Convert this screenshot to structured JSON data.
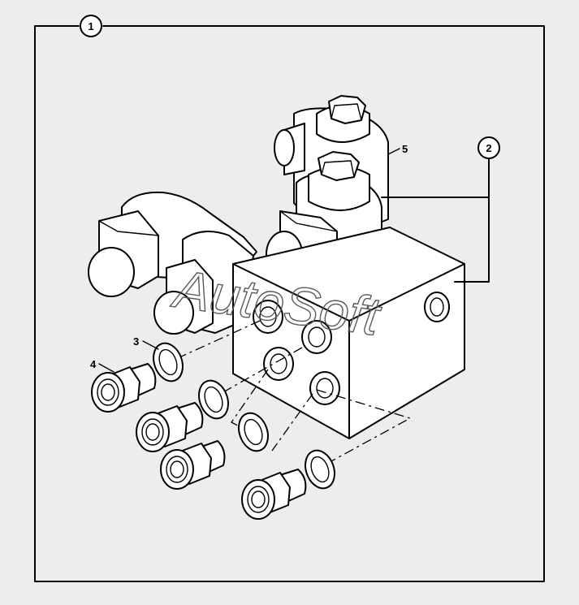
{
  "callouts": {
    "c1": "1",
    "c2": "2",
    "c3": "3",
    "c4": "4",
    "c5": "5"
  },
  "watermark": "AutoSoft",
  "colors": {
    "background": "#ededed",
    "line": "#000000",
    "fill": "#ffffff",
    "watermark": "#5a5a5a"
  }
}
